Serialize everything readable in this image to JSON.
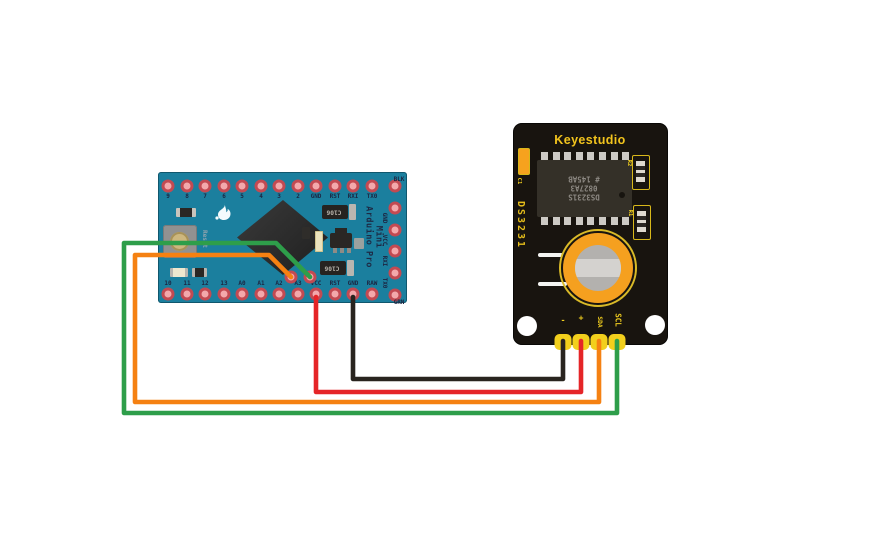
{
  "app": {
    "background_color": "#ffffff"
  },
  "arduino": {
    "board_color": "#1b7f9e",
    "title_lines": [
      "Mini",
      "Arduino Pro"
    ],
    "reset_label": "Reset",
    "capacitor_label": "C106",
    "top_pins": [
      "9",
      "8",
      "7",
      "6",
      "5",
      "4",
      "3",
      "2",
      "GND",
      "RST",
      "RXI",
      "TX0"
    ],
    "bottom_pins": [
      "10",
      "11",
      "12",
      "13",
      "A0",
      "A1",
      "A2",
      "A3",
      "VCC",
      "RST",
      "GND",
      "RAW"
    ],
    "side_pins": [
      "GND",
      "VCC",
      "RXI",
      "TX0"
    ],
    "corner_top": "BLK",
    "corner_bottom": "GRN"
  },
  "rtc": {
    "board_color": "#18140f",
    "brand": "Keyestudio",
    "module_name": "DS3231",
    "ic_marking": [
      "DS3231S",
      "0827A3",
      "# 145AB"
    ],
    "component_labels": {
      "c1": "C1",
      "r2": "R2",
      "r1": "R1"
    },
    "pins": [
      "-",
      "+",
      "SDA",
      "SCL"
    ]
  },
  "wires": [
    {
      "id": "gnd",
      "color": "#29241f",
      "from": "Arduino GND",
      "to": "RTC -"
    },
    {
      "id": "vcc",
      "color": "#e52528",
      "from": "Arduino VCC",
      "to": "RTC +"
    },
    {
      "id": "sda",
      "color": "#f58112",
      "from": "Arduino A4",
      "to": "RTC SDA"
    },
    {
      "id": "scl",
      "color": "#2e9e4a",
      "from": "Arduino A5",
      "to": "RTC SCL"
    }
  ]
}
